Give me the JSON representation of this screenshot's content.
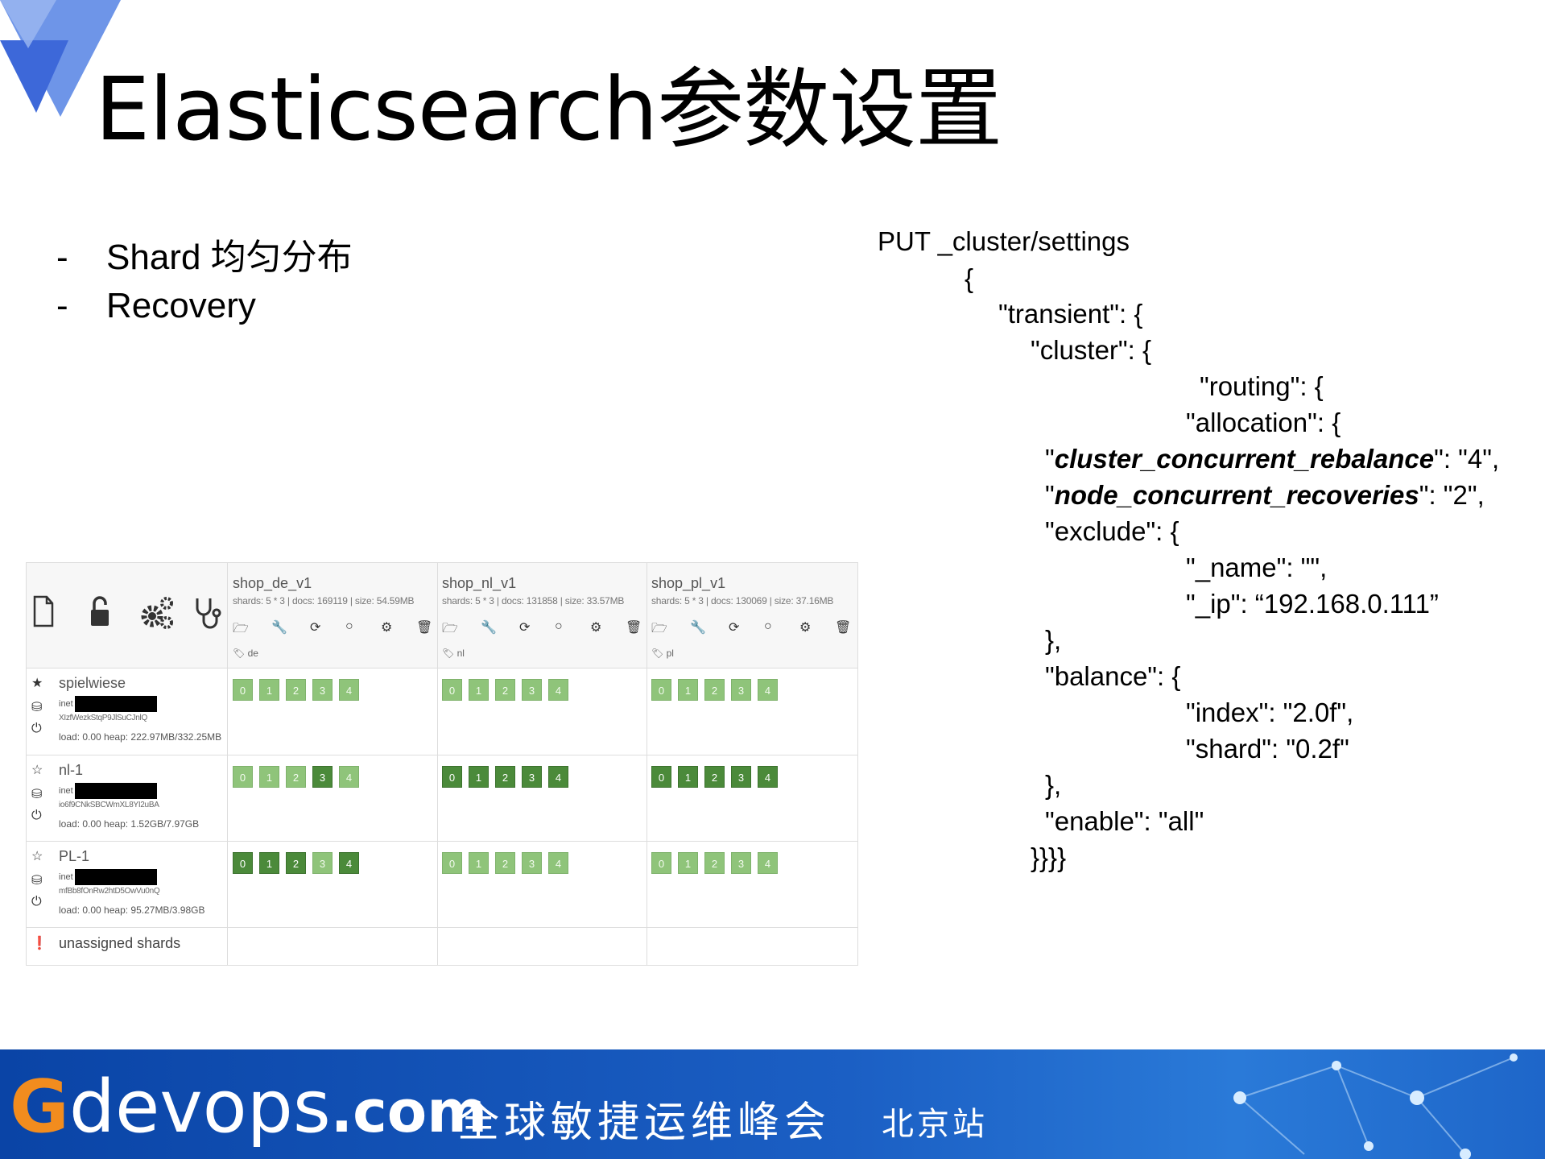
{
  "title": "Elasticsearch参数设置",
  "bullets": [
    {
      "dash": "-",
      "text": "Shard 均匀分布"
    },
    {
      "dash": "-",
      "text": "Recovery"
    }
  ],
  "code": {
    "l1": "PUT _cluster/settings",
    "l2": "{",
    "l3": "\"transient\": {",
    "l4": "\"cluster\": {",
    "l5": "\"routing\": {",
    "l6": "\"allocation\": {",
    "l7_q1": "\"",
    "l7_key": "cluster_concurrent_rebalance",
    "l7_rest": "\": \"4\",",
    "l8_q1": "\"",
    "l8_key": "node_concurrent_recoveries",
    "l8_rest": "\": \"2\",",
    "l9": "\"exclude\": {",
    "l10": "\"_name\": \"\",",
    "l11": "\"_ip\": “192.168.0.111”",
    "l12": "},",
    "l13": "\"balance\": {",
    "l14": "\"index\": \"2.0f\",",
    "l15": "\"shard\": \"0.2f\"",
    "l16": "},",
    "l17": "\"enable\": \"all\"",
    "l18": "}}}}"
  },
  "cluster": {
    "toolbar_icons": [
      "file-icon",
      "unlock-icon",
      "cogs-icon",
      "stethoscope-icon"
    ],
    "indices": [
      {
        "name": "shop_de_v1",
        "stats": "shards: 5 * 3 | docs: 169119 | size: 54.59MB",
        "tag": "de"
      },
      {
        "name": "shop_nl_v1",
        "stats": "shards: 5 * 3 | docs: 131858 | size: 33.57MB",
        "tag": "nl"
      },
      {
        "name": "shop_pl_v1",
        "stats": "shards: 5 * 3 | docs: 130069 | size: 37.16MB",
        "tag": "pl"
      }
    ],
    "nodes": [
      {
        "name": "spielwiese",
        "id_prefix": "inet",
        "hash": "XIzfWezkStqP9JlSuCJnlQ",
        "load": "load: 0.00  heap: 222.97MB/332.25MB",
        "shards": [
          [
            "r",
            "r",
            "r",
            "r",
            "r"
          ],
          [
            "r",
            "r",
            "r",
            "r",
            "r"
          ],
          [
            "r",
            "r",
            "r",
            "r",
            "r"
          ]
        ]
      },
      {
        "name": "nl-1",
        "id_prefix": "inet",
        "hash": "io6f9CNkSBCWmXL8YI2uBA",
        "load": "load: 0.00  heap: 1.52GB/7.97GB",
        "shards": [
          [
            "r",
            "r",
            "r",
            "p",
            "r"
          ],
          [
            "p",
            "p",
            "p",
            "p",
            "p"
          ],
          [
            "p",
            "p",
            "p",
            "p",
            "p"
          ]
        ]
      },
      {
        "name": "PL-1",
        "id_prefix": "inet",
        "hash": "mfBb8fOnRw2htD5OwVu0nQ",
        "load": "load: 0.00  heap: 95.27MB/3.98GB",
        "shards": [
          [
            "p",
            "p",
            "p",
            "r",
            "p"
          ],
          [
            "r",
            "r",
            "r",
            "r",
            "r"
          ],
          [
            "r",
            "r",
            "r",
            "r",
            "r"
          ]
        ]
      }
    ],
    "shard_numbers": [
      "0",
      "1",
      "2",
      "3",
      "4"
    ],
    "unassigned": "unassigned shards"
  },
  "footer": {
    "brand_g": "G",
    "brand_rest": "devops",
    "brand_com": ".com",
    "summit": "全球敏捷运维峰会",
    "site": "北京站"
  }
}
